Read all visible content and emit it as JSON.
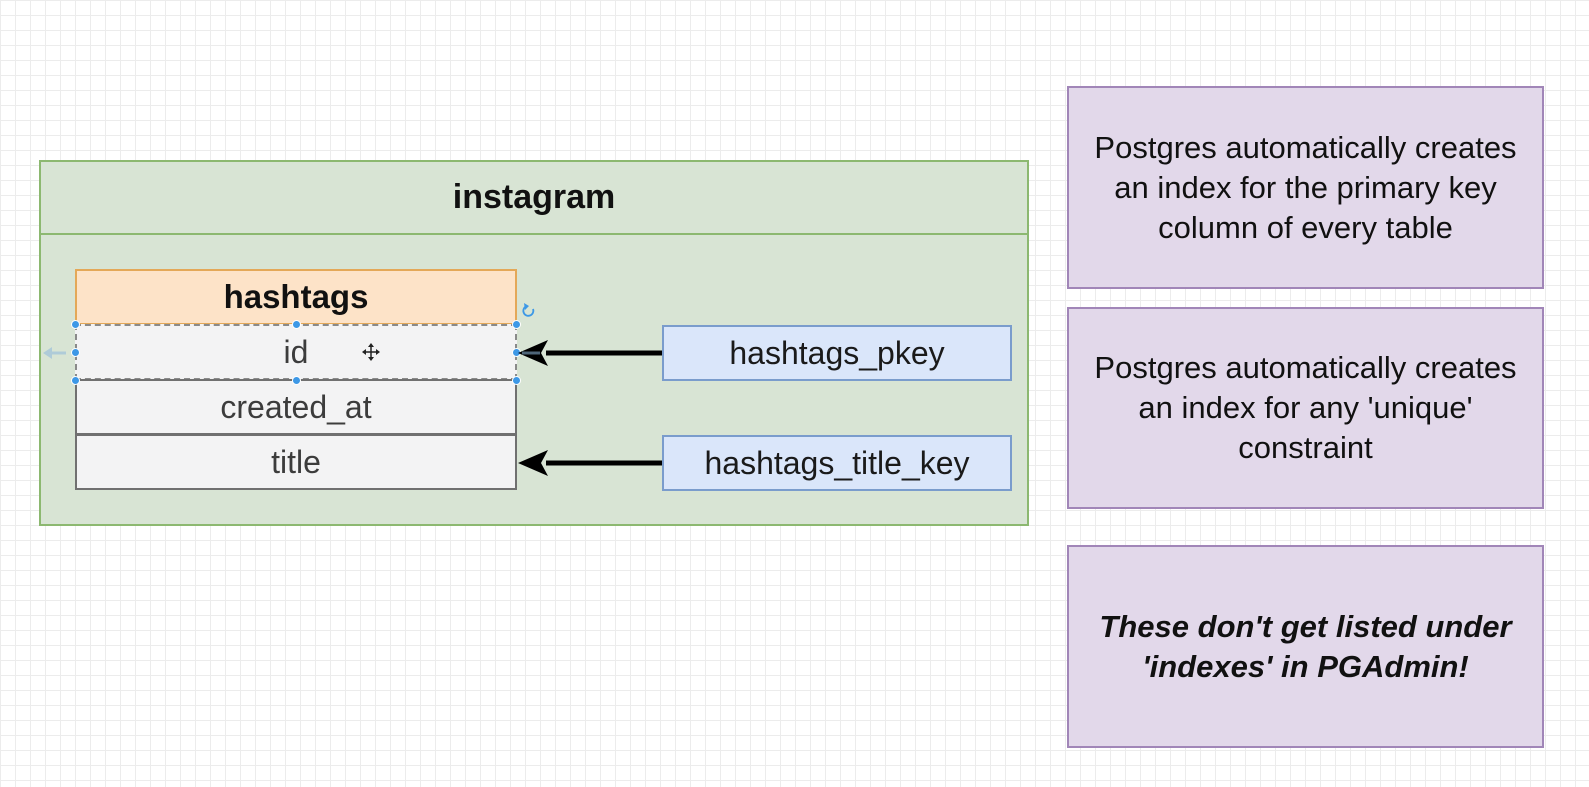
{
  "diagram": {
    "container": {
      "title": "instagram"
    },
    "table": {
      "name": "hashtags",
      "columns": [
        "id",
        "created_at",
        "title"
      ]
    },
    "indexes": [
      {
        "name": "hashtags_pkey",
        "column": "id"
      },
      {
        "name": "hashtags_title_key",
        "column": "title"
      }
    ],
    "notes": [
      {
        "text": "Postgres automatically creates an index for the primary key column of every table"
      },
      {
        "text": "Postgres automatically creates an index for any 'unique' constraint"
      },
      {
        "text": "These don't get listed under 'indexes' in PGAdmin!"
      }
    ],
    "colors": {
      "container_fill": "#d8e4d4",
      "container_border": "#8cb870",
      "table_header_fill": "#fde3c8",
      "table_header_border": "#e4a858",
      "index_fill": "#dae6fa",
      "index_border": "#7a9ccc",
      "note_fill": "#e2d8ea",
      "note_border": "#a186b8",
      "selection_handle": "#3d98e6"
    }
  }
}
